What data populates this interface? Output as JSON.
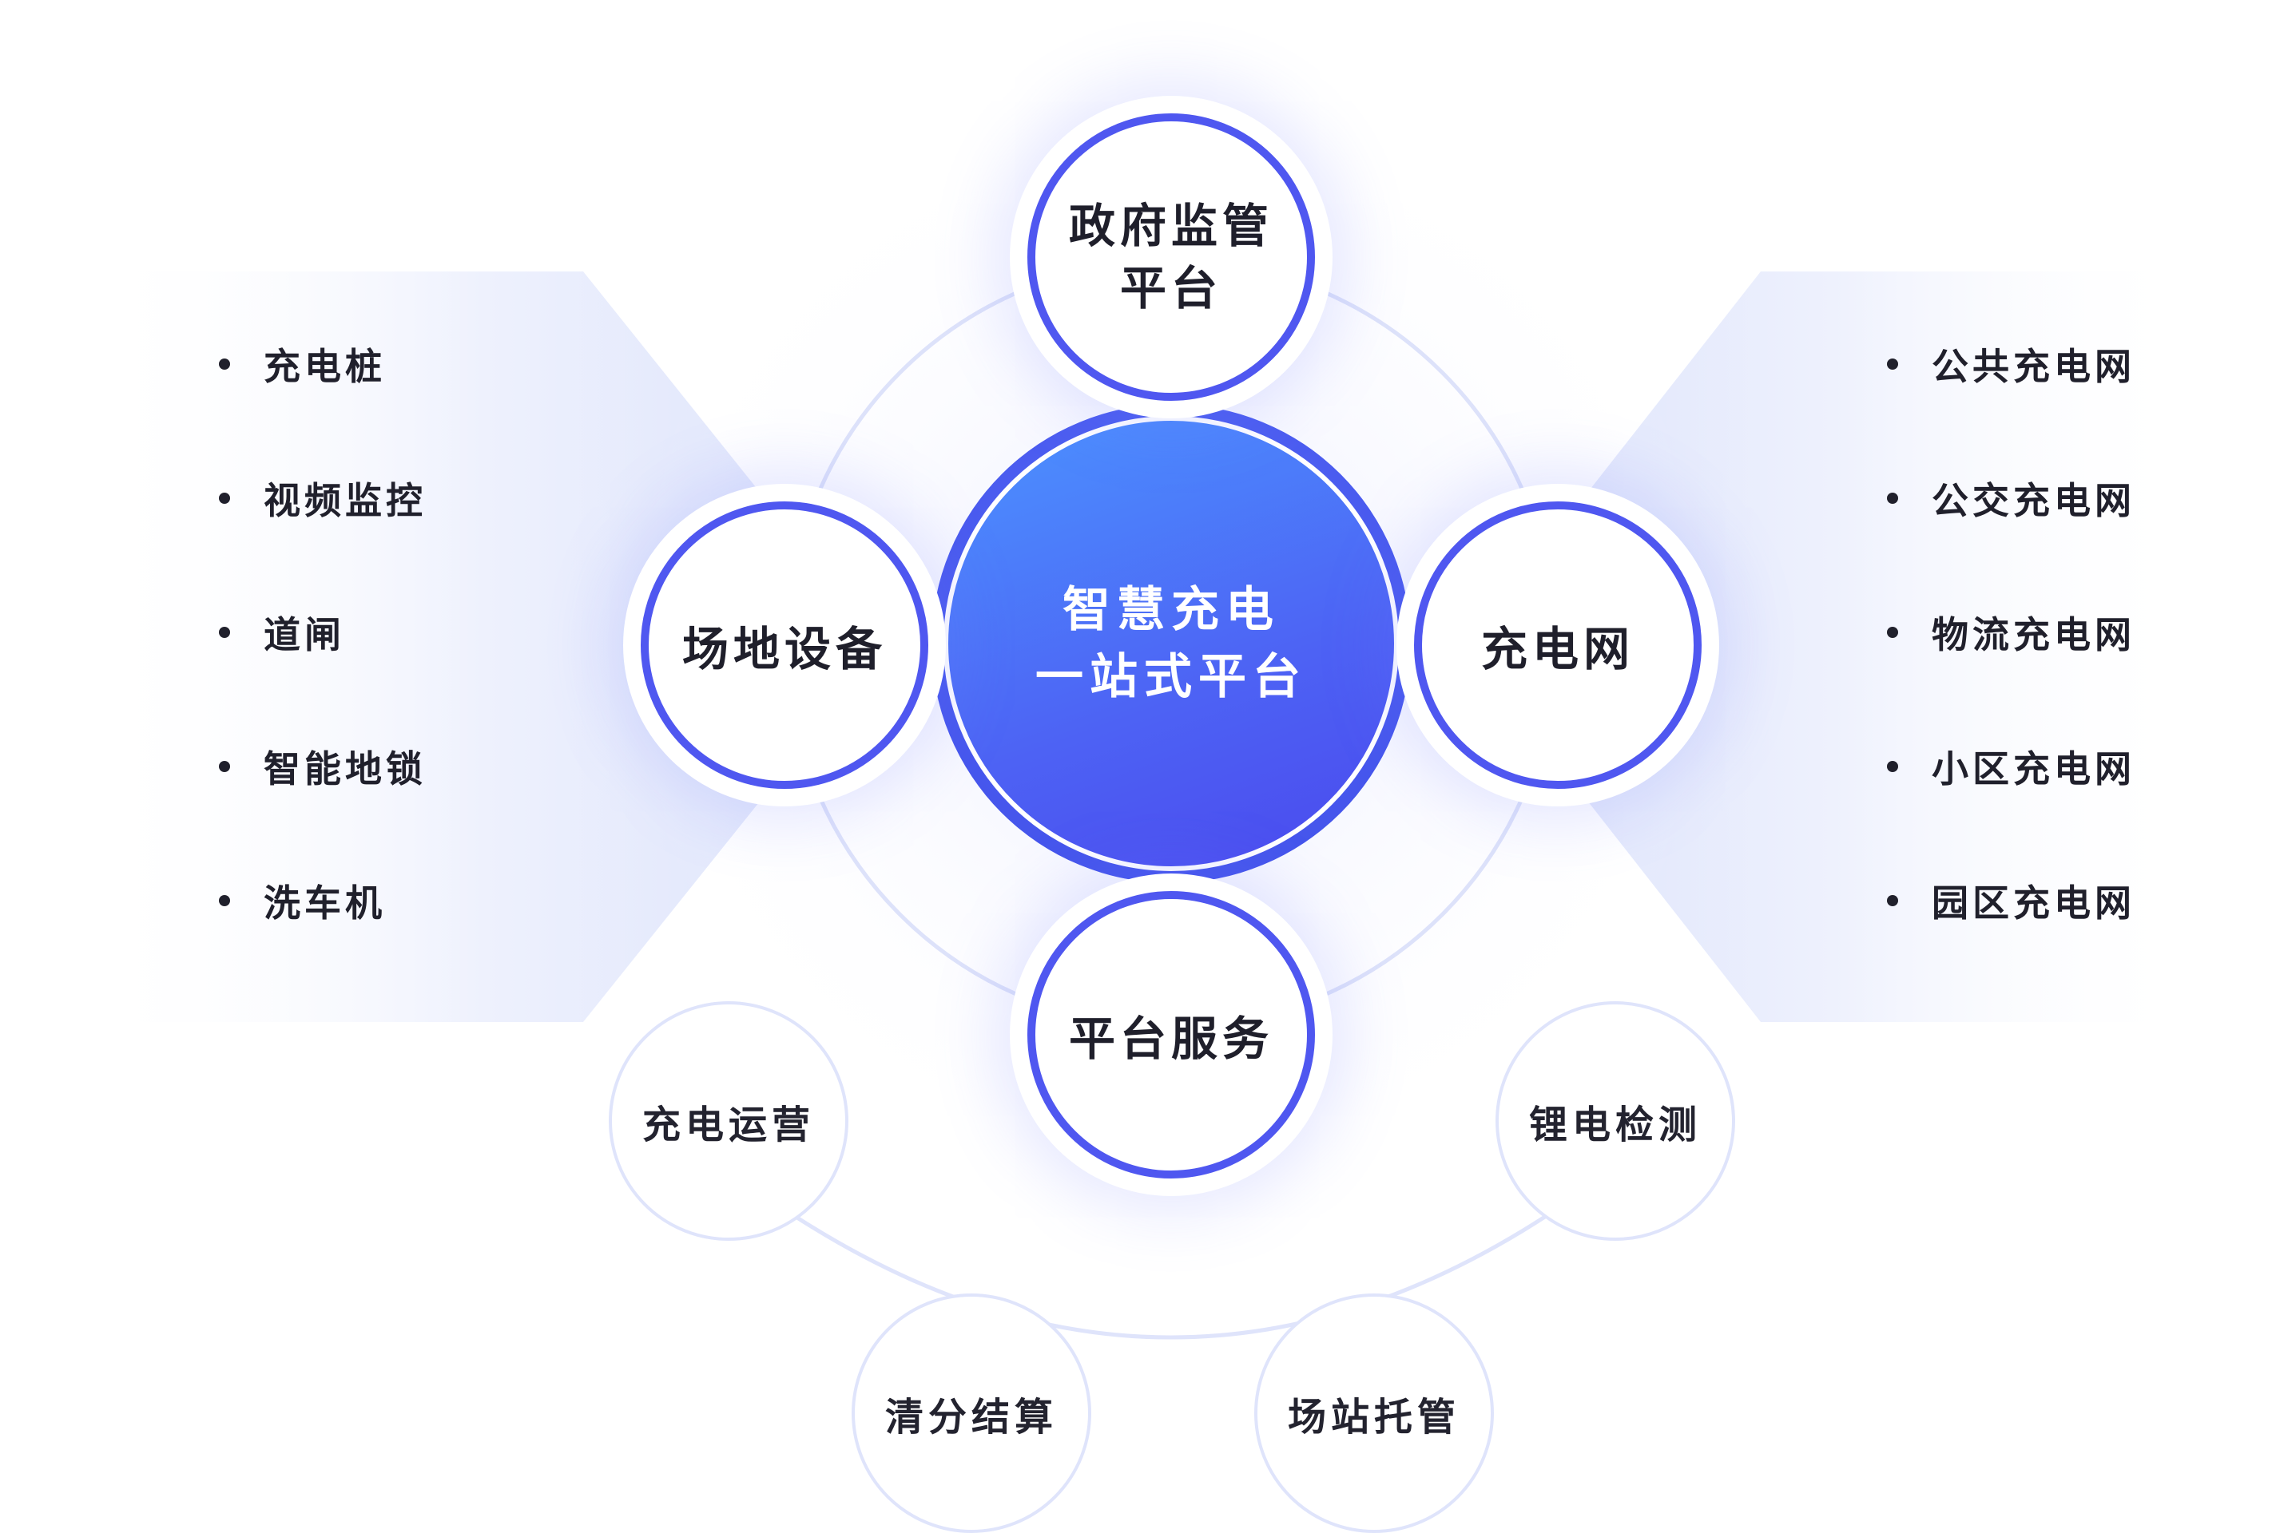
{
  "center": {
    "line1": "智慧充电",
    "line2": "一站式平台"
  },
  "top_node": {
    "line1": "政府监管",
    "line2": "平台"
  },
  "left_node": {
    "label": "场地设备"
  },
  "right_node": {
    "label": "充电网"
  },
  "bottom_node": {
    "label": "平台服务"
  },
  "left_list": [
    "充电桩",
    "视频监控",
    "道闸",
    "智能地锁",
    "洗车机"
  ],
  "right_list": [
    "公共充电网",
    "公交充电网",
    "物流充电网",
    "小区充电网",
    "园区充电网"
  ],
  "services": [
    "充电运营",
    "清分结算",
    "场站托管",
    "锂电检测"
  ],
  "colors": {
    "accent": "#4f57f0",
    "center_gradient_start": "#4c93ff",
    "center_gradient_end": "#4a49ee",
    "panel_tint": "#e9edfd"
  }
}
